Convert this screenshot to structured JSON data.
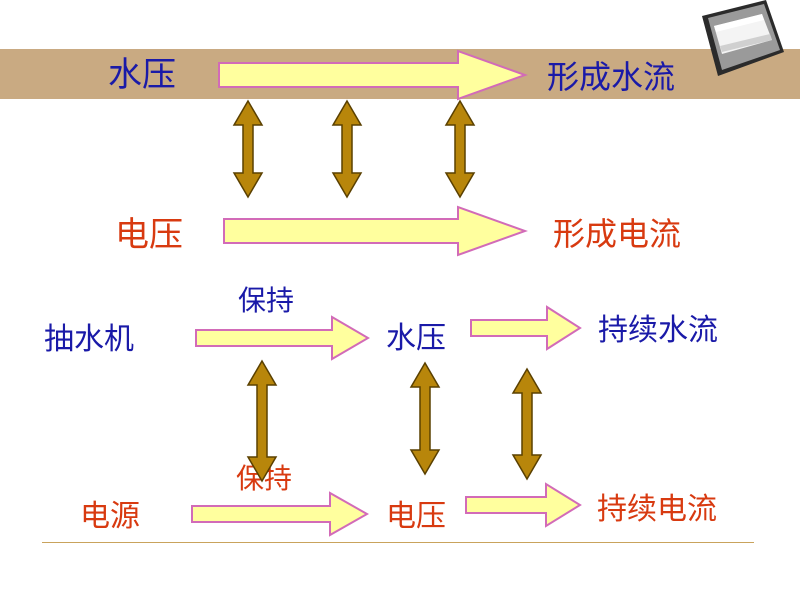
{
  "colors": {
    "band": "#c9aa82",
    "blue_text": "#1a1aa8",
    "red_text": "#d83a10",
    "arrow_fill": "#ffff9e",
    "arrow_stroke": "#d26bb8",
    "double_arrow_fill": "#b8860b",
    "rule": "#c9a35c"
  },
  "row1": {
    "left": "水压",
    "right": "形成水流"
  },
  "row2": {
    "left": "电压",
    "right": "形成电流"
  },
  "row3": {
    "left": "抽水机",
    "over_arrow": "保持",
    "middle": "水压",
    "right": "持续水流"
  },
  "row4": {
    "left": "电源",
    "over_arrow": "保持",
    "middle": "电压",
    "right": "持续电流"
  },
  "icons": {
    "lamp": "fluorescent-lamp-icon",
    "arrow": "right-arrow-icon",
    "double_arrow": "double-vertical-arrow-icon"
  }
}
